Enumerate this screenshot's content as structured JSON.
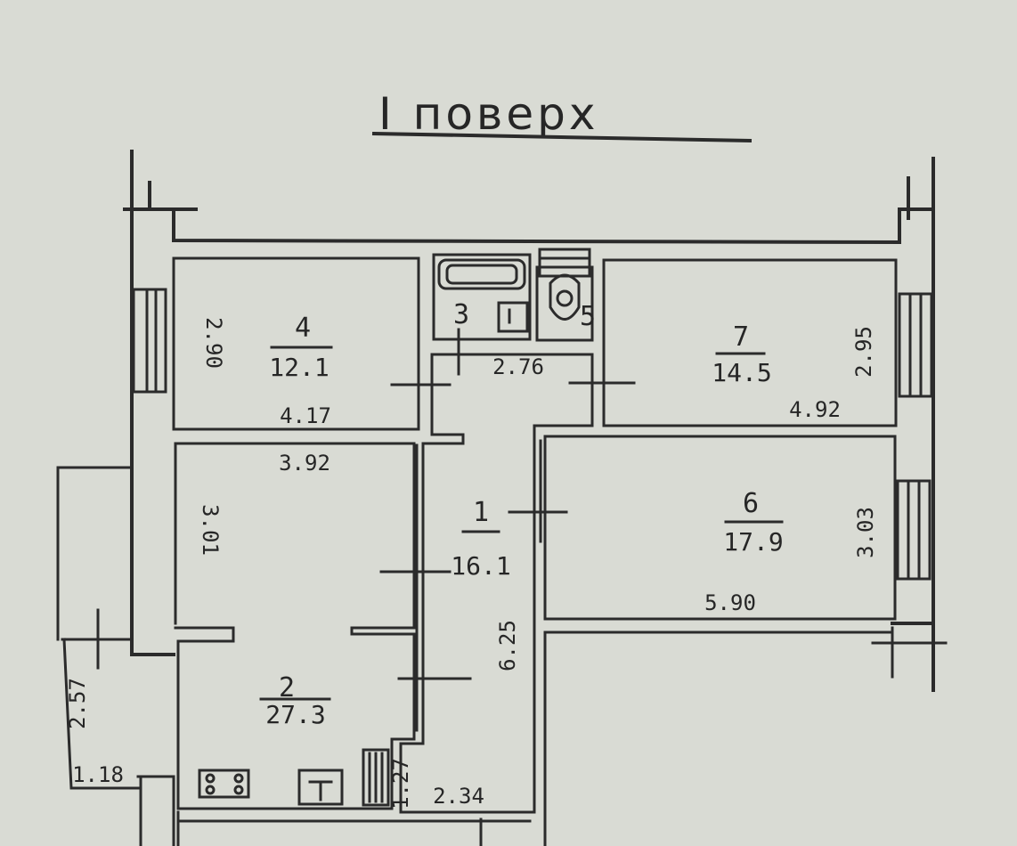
{
  "title": "I поверх",
  "rooms": [
    {
      "id": "1",
      "area": "16.1"
    },
    {
      "id": "2",
      "area": "27.3"
    },
    {
      "id": "3",
      "area": ""
    },
    {
      "id": "4",
      "area": "12.1"
    },
    {
      "id": "5",
      "area": ""
    },
    {
      "id": "6",
      "area": "17.9"
    },
    {
      "id": "7",
      "area": "14.5"
    }
  ],
  "dimensions": {
    "room4_height": "2.90",
    "room4_width": "4.17",
    "room2_top": "3.92",
    "room2_height": "3.01",
    "hall_width": "2.76",
    "room7_height": "2.95",
    "room7_width": "4.92",
    "room6_height": "3.03",
    "room6_width": "5.90",
    "corridor_length": "6.25",
    "balcony_height": "2.57",
    "balcony_width": "1.18",
    "entrance_small": "1.27",
    "entrance_width": "2.34"
  }
}
